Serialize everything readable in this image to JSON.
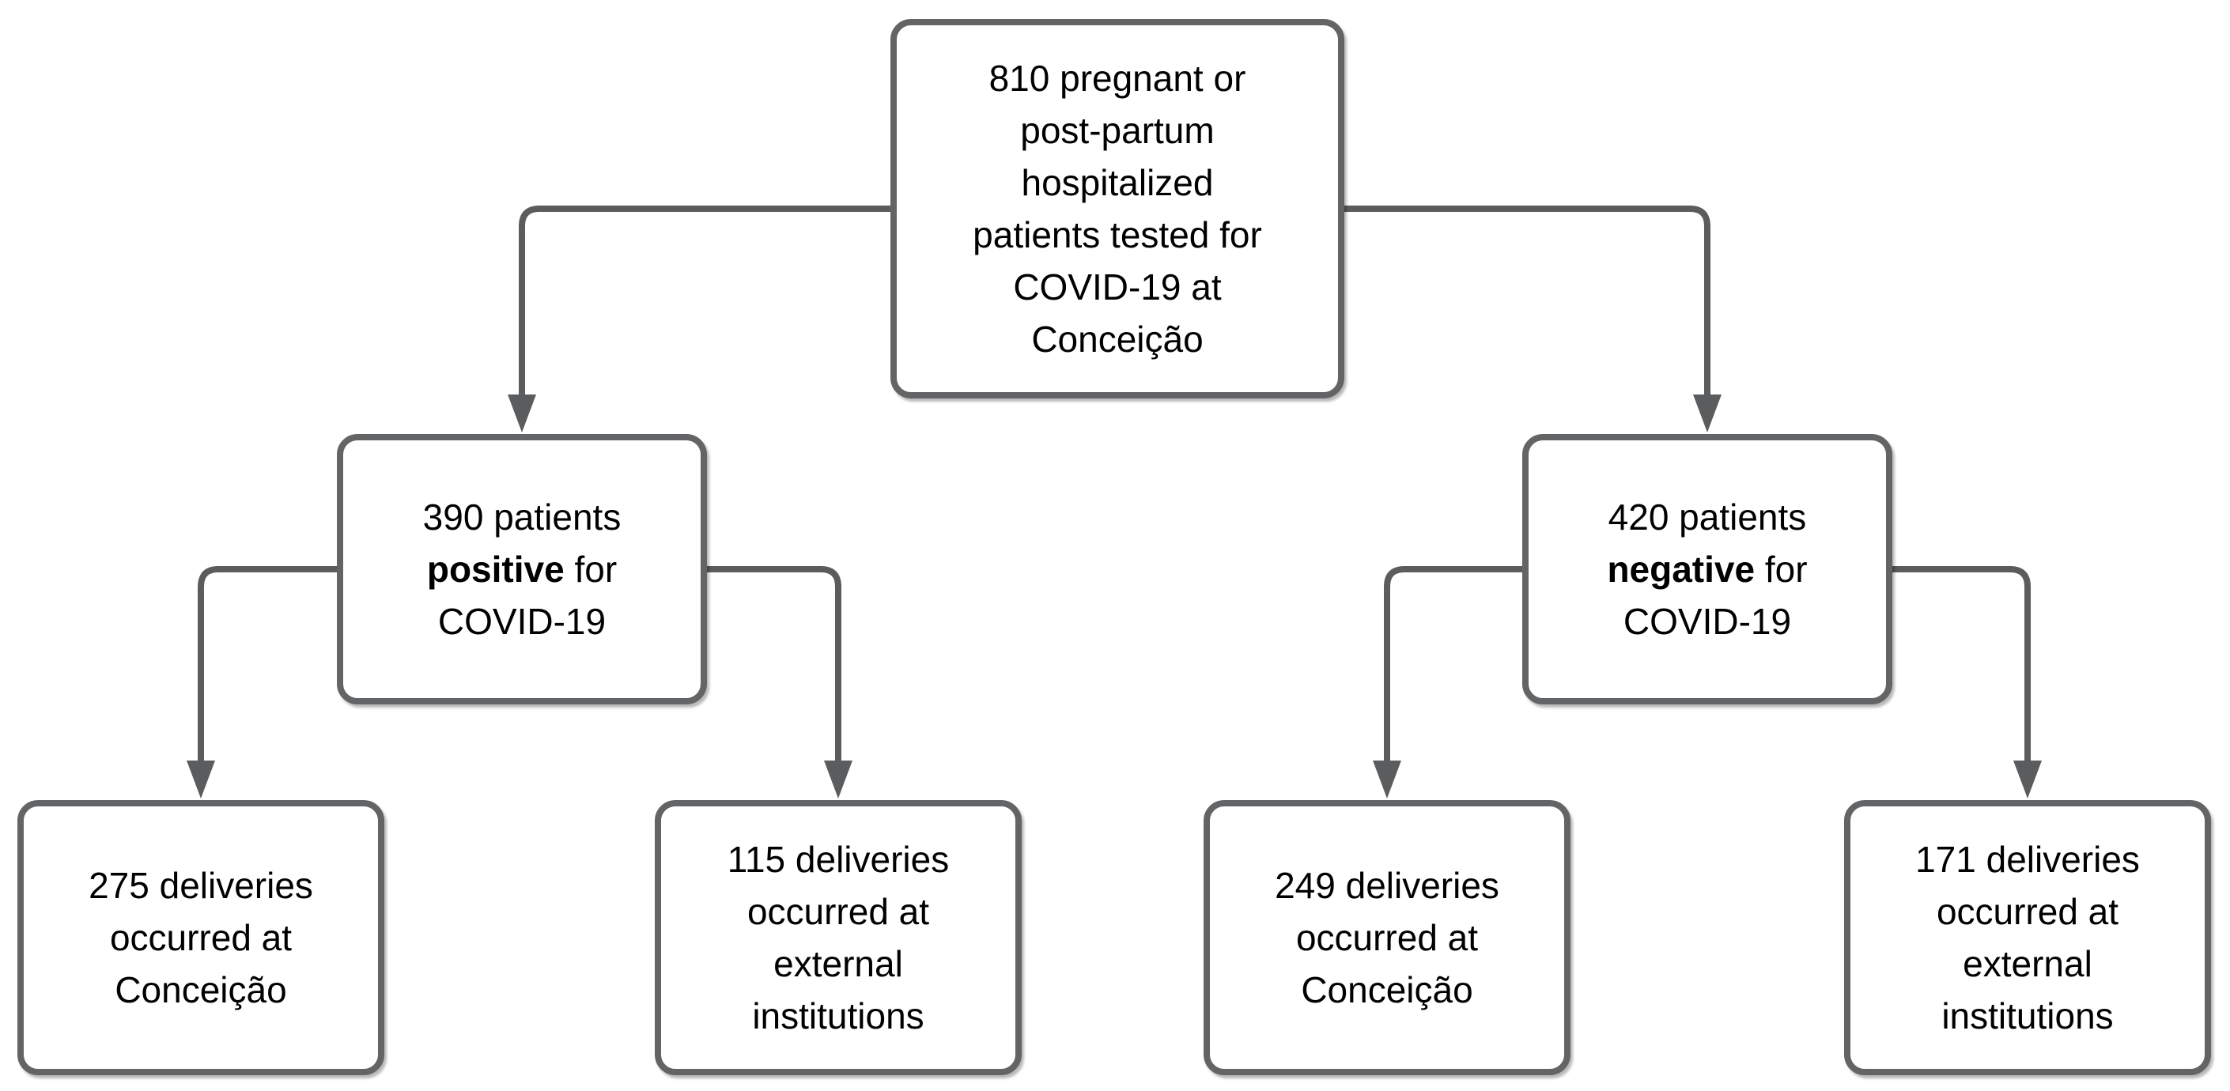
{
  "diagram": {
    "type": "flowchart",
    "nodes": {
      "root": {
        "text": "810 pregnant or\npost-partum\nhospitalized\npatients tested for\nCOVID-19 at\nConceição"
      },
      "positive": {
        "before": "390 patients\n",
        "bold": "positive",
        "after": " for\nCOVID-19"
      },
      "negative": {
        "before": "420 patients\n",
        "bold": "negative",
        "after": " for\nCOVID-19"
      },
      "pos_conceicao": {
        "text": "275 deliveries\noccurred at\nConceição"
      },
      "pos_external": {
        "text": "115 deliveries\noccurred at\nexternal\ninstitutions"
      },
      "neg_conceicao": {
        "text": "249 deliveries\noccurred at\nConceição"
      },
      "neg_external": {
        "text": "171 deliveries\noccurred at\nexternal\ninstitutions"
      }
    },
    "values": {
      "total_tested": 810,
      "positive": 390,
      "negative": 420,
      "positive_deliveries_conceicao": 275,
      "positive_deliveries_external": 115,
      "negative_deliveries_conceicao": 249,
      "negative_deliveries_external": 171
    },
    "colors": {
      "background": "#ffffff",
      "node_fill": "#ffffff",
      "node_border": "#636466",
      "connector": "#5b5c5e",
      "text": "#000000"
    }
  }
}
